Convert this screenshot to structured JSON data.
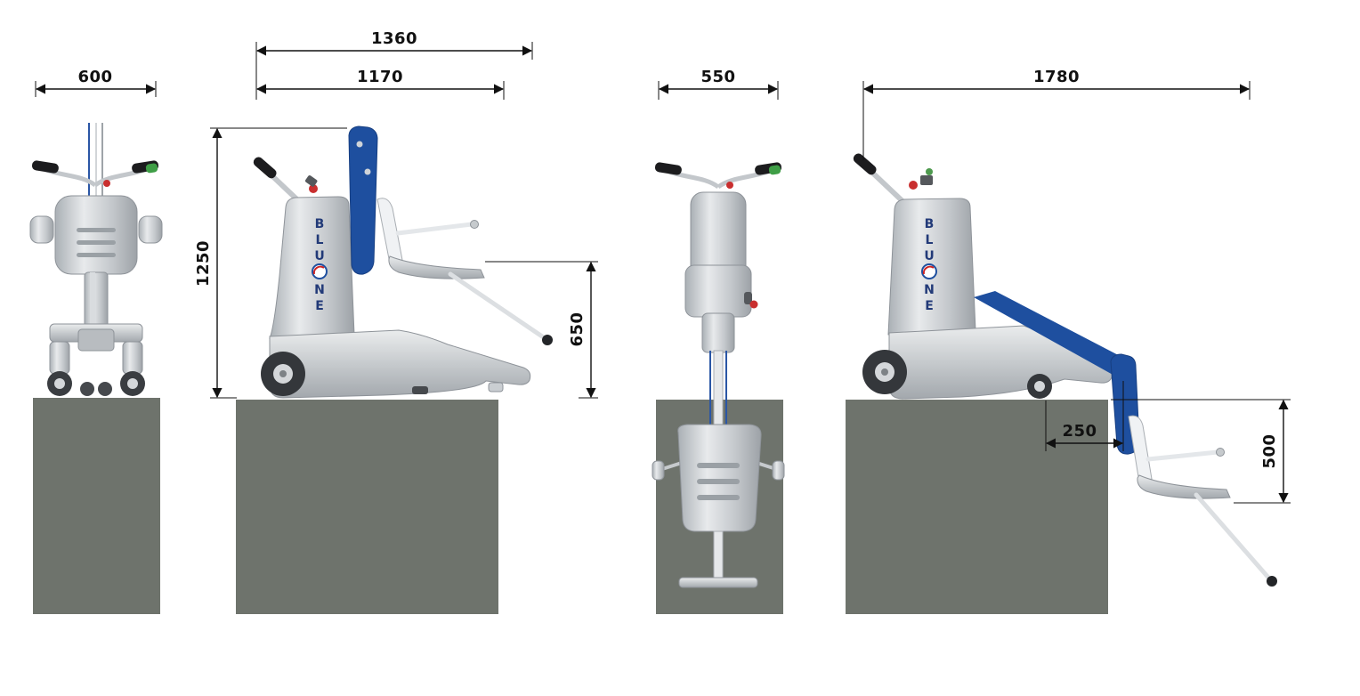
{
  "drawing": {
    "brand": {
      "letters": [
        "B",
        "L",
        "U",
        "N",
        "E"
      ]
    },
    "dimensions": {
      "front_width": "600",
      "total_length_stowed": "1360",
      "base_length": "1170",
      "overall_height": "1250",
      "seat_height": "650",
      "front_width_deployed": "550",
      "total_length_deployed": "1780",
      "edge_overhang": "250",
      "seat_drop": "500"
    },
    "colors": {
      "platform": "#6e736c",
      "accent_blue": "#1e4f9f",
      "dimension_ink": "#111111",
      "grip_green": "#3f9e46",
      "alert_red": "#c92f2f"
    }
  }
}
